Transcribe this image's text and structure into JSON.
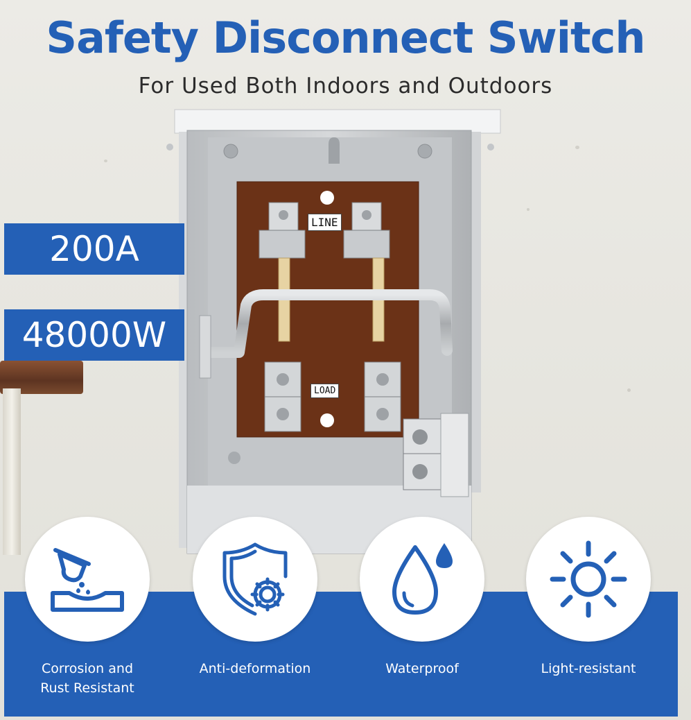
{
  "header": {
    "title": "Safety Disconnect Switch",
    "subtitle": "For Used Both Indoors and Outdoors"
  },
  "specs": {
    "amperage": "200A",
    "wattage": "48000W"
  },
  "panel": {
    "line_label": "LINE",
    "load_label": "LOAD"
  },
  "features": [
    {
      "label": "Corrosion and\nRust Resistant",
      "icon": "corrosion-icon"
    },
    {
      "label": "Anti-deformation",
      "icon": "shield-gear-icon"
    },
    {
      "label": "Waterproof",
      "icon": "water-drop-icon"
    },
    {
      "label": "Light-resistant",
      "icon": "sun-icon"
    }
  ],
  "colors": {
    "brand_blue": "#2460b6",
    "wall": "#e9e8e2",
    "panel_board": "#6b3217"
  }
}
